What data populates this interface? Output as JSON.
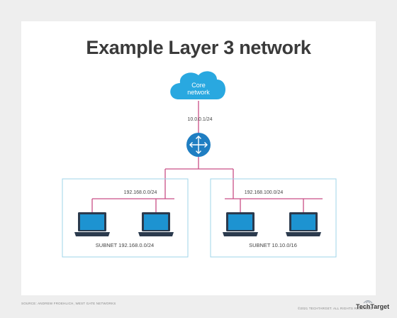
{
  "title": "Example Layer 3 network",
  "cloud": {
    "line1": "Core",
    "line2": "network"
  },
  "core_ip": "10.0.0.1/24",
  "subnet_a": {
    "network_ip": "192.168.0.0/24",
    "label": "SUBNET 192.168.0.0/24"
  },
  "subnet_b": {
    "network_ip": "192.168.100.0/24",
    "label": "SUBNET 10.10.0/16"
  },
  "footer": {
    "source": "SOURCE: ANDREW FROEHLICH, WEST GATE NETWORKS",
    "copyright": "©2021 TECHTARGET. ALL RIGHTS RESERVED",
    "brand": "TechTarget"
  },
  "colors": {
    "cloud": "#29a8e0",
    "router": "#1f7ec2",
    "link": "#c94f86",
    "subnet_box": "#9fd4ea",
    "laptop_screen": "#1d93d1",
    "laptop_base": "#2b3a4d"
  }
}
